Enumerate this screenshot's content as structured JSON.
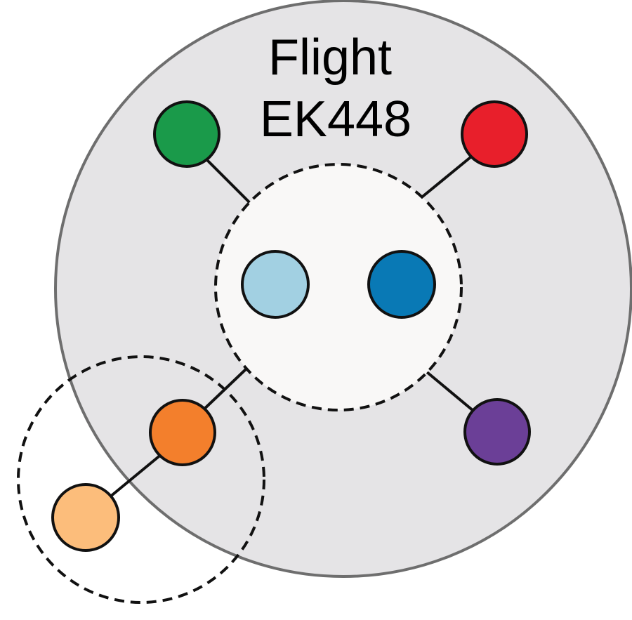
{
  "diagram": {
    "title_line1": "Flight",
    "title_line2": "EK448",
    "colors": {
      "outer_fill": "#E5E4E6",
      "outer_stroke": "#6E6E6E",
      "inner_fill": "#F9F8F7",
      "stroke": "#111111"
    },
    "nodes": [
      {
        "id": "green",
        "color": "#1A9A4A"
      },
      {
        "id": "red",
        "color": "#E81F2B"
      },
      {
        "id": "light-blue",
        "color": "#A2D0E2"
      },
      {
        "id": "dark-blue",
        "color": "#0979B5"
      },
      {
        "id": "orange",
        "color": "#F37F2C"
      },
      {
        "id": "light-orange",
        "color": "#FCBD7B"
      },
      {
        "id": "purple",
        "color": "#6B3F97"
      }
    ]
  }
}
